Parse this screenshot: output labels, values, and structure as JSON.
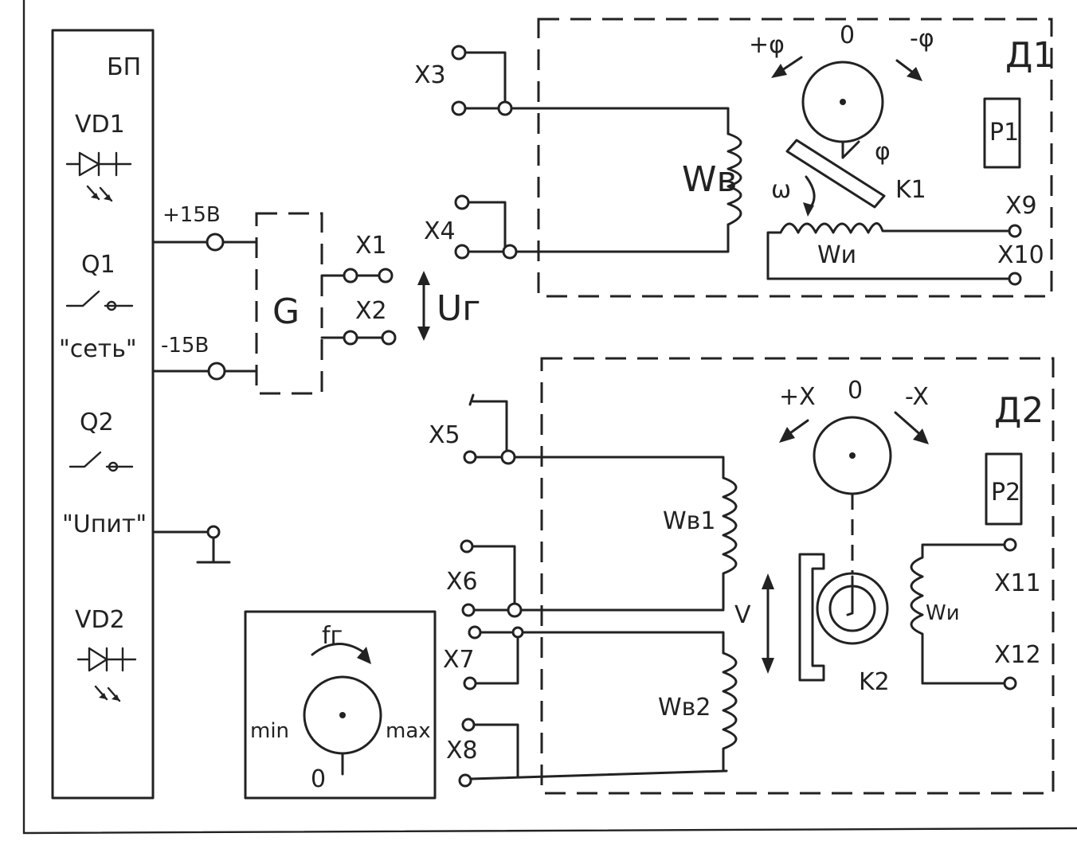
{
  "power_supply": {
    "title": "БП",
    "vd1": "VD1",
    "q1": "Q1",
    "q1_caption": "\"сеть\"",
    "q2": "Q2",
    "q2_caption": "\"Uпит\"",
    "vd2": "VD2",
    "plus_label": "+15В",
    "minus_label": "-15В"
  },
  "generator": {
    "label": "G",
    "x1": "X1",
    "x2": "X2",
    "ug": "Uг"
  },
  "freq_knob": {
    "label": "fг",
    "min": "min",
    "max": "max",
    "zero": "0"
  },
  "sensor1": {
    "title": "Д1",
    "plus_phi": "+φ",
    "minus_phi": "-φ",
    "zero": "0",
    "p": "P1",
    "phi": "φ",
    "omega": "ω",
    "k": "K1",
    "wv": "Wв",
    "wi": "Wи",
    "x3": "X3",
    "x4": "X4",
    "x9": "X9",
    "x10": "X10"
  },
  "sensor2": {
    "title": "Д2",
    "plus_x": "+X",
    "minus_x": "-X",
    "zero": "0",
    "p": "P2",
    "v": "V",
    "k": "K2",
    "wv1": "Wв1",
    "wv2": "Wв2",
    "wi": "Wи",
    "x5": "X5",
    "x6": "X6",
    "x7": "X7",
    "x8": "X8",
    "x11": "X11",
    "x12": "X12"
  }
}
